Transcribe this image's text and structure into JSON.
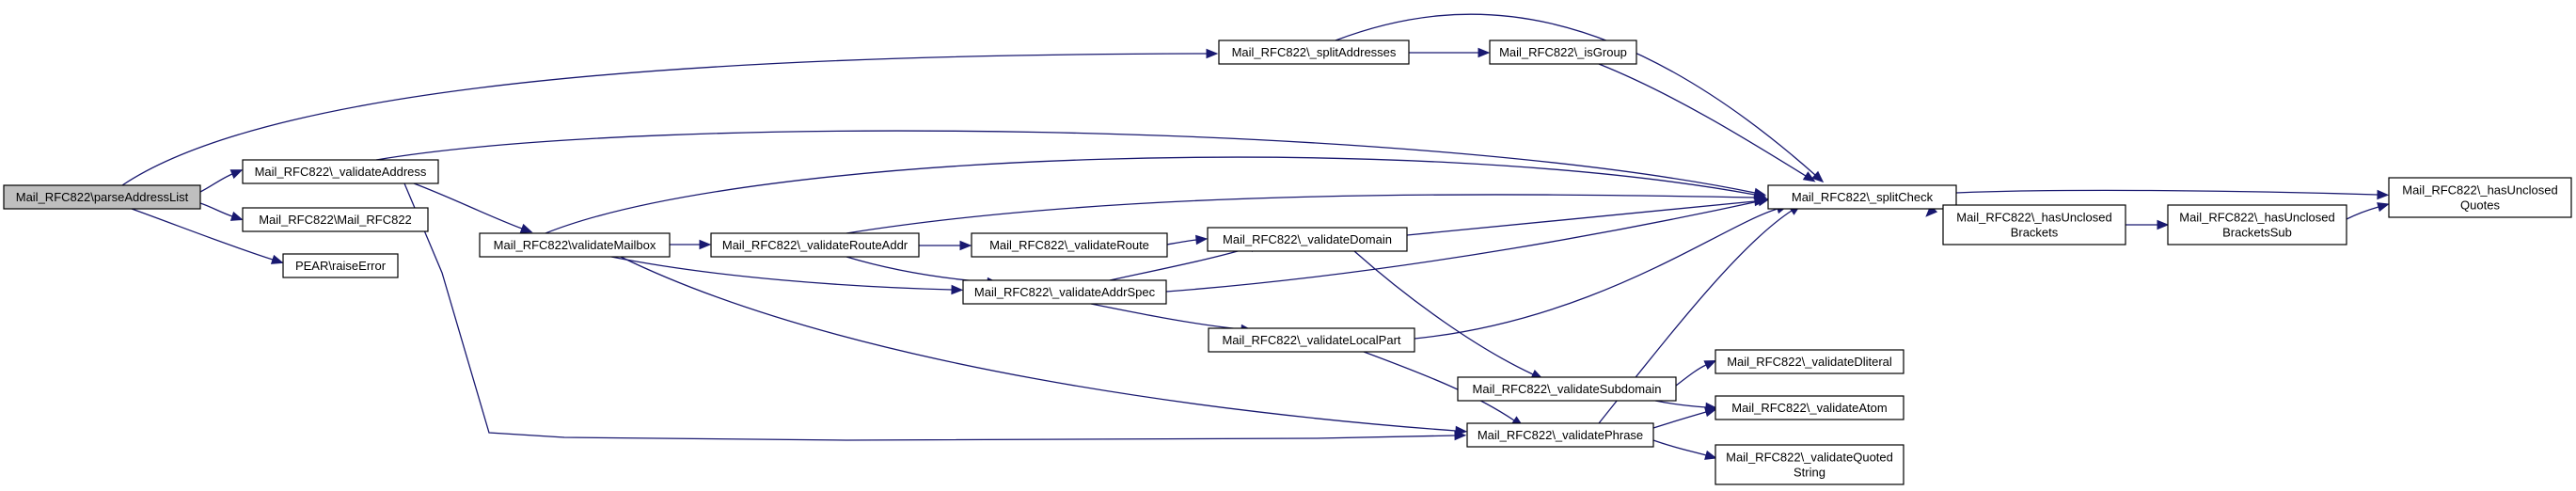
{
  "graph": {
    "nodes": [
      {
        "id": "parseAddressList",
        "lines": [
          "Mail_RFC822\\parseAddressList"
        ],
        "root": true
      },
      {
        "id": "splitAddresses",
        "lines": [
          "Mail_RFC822\\_splitAddresses"
        ]
      },
      {
        "id": "isGroup",
        "lines": [
          "Mail_RFC822\\_isGroup"
        ]
      },
      {
        "id": "validateAddress",
        "lines": [
          "Mail_RFC822\\_validateAddress"
        ]
      },
      {
        "id": "Mail_RFC822",
        "lines": [
          "Mail_RFC822\\Mail_RFC822"
        ]
      },
      {
        "id": "raiseError",
        "lines": [
          "PEAR\\raiseError"
        ]
      },
      {
        "id": "validateMailbox",
        "lines": [
          "Mail_RFC822\\validateMailbox"
        ]
      },
      {
        "id": "validateRouteAddr",
        "lines": [
          "Mail_RFC822\\_validateRouteAddr"
        ]
      },
      {
        "id": "validateRoute",
        "lines": [
          "Mail_RFC822\\_validateRoute"
        ]
      },
      {
        "id": "validateAddrSpec",
        "lines": [
          "Mail_RFC822\\_validateAddrSpec"
        ]
      },
      {
        "id": "validateDomain",
        "lines": [
          "Mail_RFC822\\_validateDomain"
        ]
      },
      {
        "id": "validateLocalPart",
        "lines": [
          "Mail_RFC822\\_validateLocalPart"
        ]
      },
      {
        "id": "validateSubdomain",
        "lines": [
          "Mail_RFC822\\_validateSubdomain"
        ]
      },
      {
        "id": "validatePhrase",
        "lines": [
          "Mail_RFC822\\_validatePhrase"
        ]
      },
      {
        "id": "splitCheck",
        "lines": [
          "Mail_RFC822\\_splitCheck"
        ]
      },
      {
        "id": "hasUnclosedBrackets",
        "lines": [
          "Mail_RFC822\\_hasUnclosed",
          "Brackets"
        ]
      },
      {
        "id": "hasUnclosedBracketsSub",
        "lines": [
          "Mail_RFC822\\_hasUnclosed",
          "BracketsSub"
        ]
      },
      {
        "id": "hasUnclosedQuotes",
        "lines": [
          "Mail_RFC822\\_hasUnclosed",
          "Quotes"
        ]
      },
      {
        "id": "validateDliteral",
        "lines": [
          "Mail_RFC822\\_validateDliteral"
        ]
      },
      {
        "id": "validateAtom",
        "lines": [
          "Mail_RFC822\\_validateAtom"
        ]
      },
      {
        "id": "validateQuotedString",
        "lines": [
          "Mail_RFC822\\_validateQuoted",
          "String"
        ]
      }
    ],
    "edges": [
      {
        "from": "parseAddressList",
        "to": "splitAddresses"
      },
      {
        "from": "parseAddressList",
        "to": "validateAddress"
      },
      {
        "from": "parseAddressList",
        "to": "Mail_RFC822"
      },
      {
        "from": "parseAddressList",
        "to": "raiseError"
      },
      {
        "from": "splitAddresses",
        "to": "isGroup"
      },
      {
        "from": "splitAddresses",
        "to": "splitCheck"
      },
      {
        "from": "isGroup",
        "to": "splitCheck"
      },
      {
        "from": "validateAddress",
        "to": "splitCheck"
      },
      {
        "from": "validateAddress",
        "to": "validateMailbox"
      },
      {
        "from": "validateAddress",
        "to": "validatePhrase"
      },
      {
        "from": "validateMailbox",
        "to": "splitCheck"
      },
      {
        "from": "validateMailbox",
        "to": "validateRouteAddr"
      },
      {
        "from": "validateMailbox",
        "to": "validateAddrSpec"
      },
      {
        "from": "validateMailbox",
        "to": "validatePhrase"
      },
      {
        "from": "validateRouteAddr",
        "to": "splitCheck"
      },
      {
        "from": "validateRouteAddr",
        "to": "validateRoute"
      },
      {
        "from": "validateRouteAddr",
        "to": "validateAddrSpec"
      },
      {
        "from": "validateRoute",
        "to": "validateDomain"
      },
      {
        "from": "validateAddrSpec",
        "to": "splitCheck"
      },
      {
        "from": "validateAddrSpec",
        "to": "validateDomain"
      },
      {
        "from": "validateAddrSpec",
        "to": "validateLocalPart"
      },
      {
        "from": "validateDomain",
        "to": "splitCheck"
      },
      {
        "from": "validateDomain",
        "to": "validateSubdomain"
      },
      {
        "from": "validateLocalPart",
        "to": "splitCheck"
      },
      {
        "from": "validateLocalPart",
        "to": "validatePhrase"
      },
      {
        "from": "validateSubdomain",
        "to": "validateDliteral"
      },
      {
        "from": "validateSubdomain",
        "to": "validateAtom"
      },
      {
        "from": "validatePhrase",
        "to": "splitCheck"
      },
      {
        "from": "validatePhrase",
        "to": "validateAtom"
      },
      {
        "from": "validatePhrase",
        "to": "validateQuotedString"
      },
      {
        "from": "splitCheck",
        "to": "hasUnclosedBrackets"
      },
      {
        "from": "splitCheck",
        "to": "hasUnclosedQuotes"
      },
      {
        "from": "hasUnclosedBrackets",
        "to": "hasUnclosedBracketsSub"
      },
      {
        "from": "hasUnclosedBracketsSub",
        "to": "hasUnclosedQuotes"
      }
    ]
  },
  "colors": {
    "edge": "#191970",
    "root_fill": "#bfbfbf",
    "node_fill": "#ffffff",
    "node_stroke": "#000000"
  }
}
